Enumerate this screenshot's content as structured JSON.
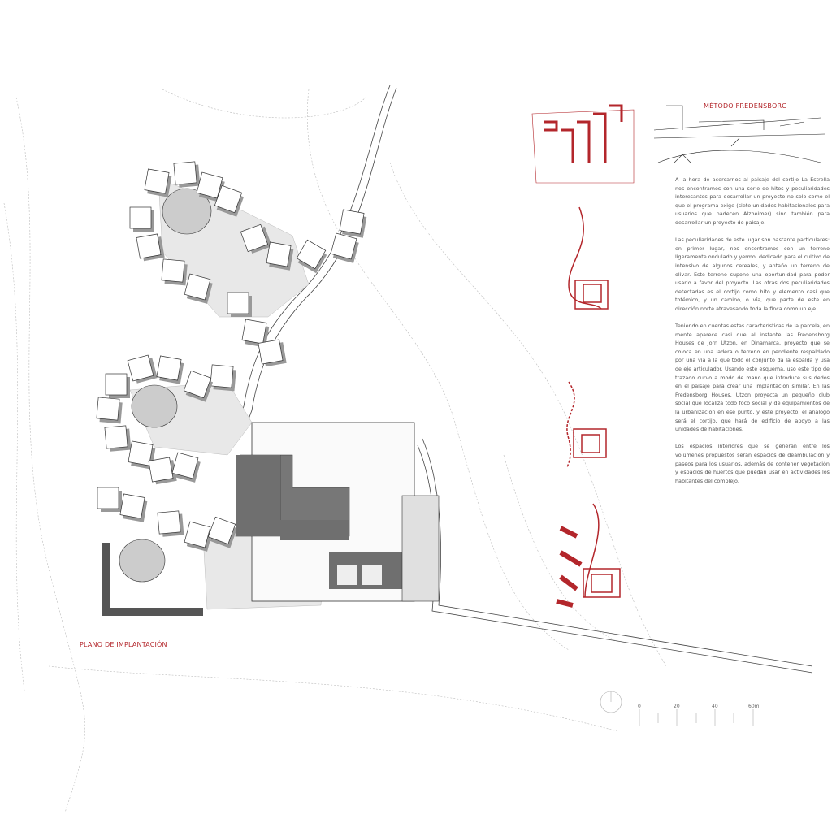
{
  "titles": {
    "method": "MÉTODO FREDENSBORG",
    "plan": "PLANO DE IMPLANTACIÓN"
  },
  "text_paragraphs": [
    "A la hora de acercarnos al paisaje del cortijo La Estrella nos encontramos con una serie de hitos y peculiaridades interesantes para desarrollar un proyecto no solo como el que el programa exige (siete unidades habitacionales para usuarios que padecen Alzheimer) sino también para desarrollar un proyecto de paisaje.",
    "Las peculiaridades de este lugar son bastante particulares: en primer lugar, nos encontramos con un terreno ligeramente ondulado y yermo, dedicado para el cultivo de intensivo de algunos cereales, y antaño un terreno de olivar. Este terreno supone una oportunidad para poder usarlo a favor del proyecto. Las otras dos peculiaridades detectadas es el cortijo como hito y elemento casi que totémico, y un camino, o vía, que parte de este en dirección norte atravesando toda la finca como un eje.",
    "Teniendo en cuentas estas características de la parcela, en mente aparece casi que al instante las Fredensborg Houses de Jorn Utzon, en Dinamarca, proyecto que se coloca en una ladera o terreno en pendiente respaldado por una vía a la que todo el conjunto da la espalda y usa de eje articulador. Usando este esquema, uso este tipo de trazado curvo a modo de mano que introduce sus dedos en el paisaje para crear una implantación similar. En las Fredensborg Houses, Utzon proyecta un pequeño club social que localiza todo foco social y de equipamientos de la urbanización en ese punto, y este proyecto, el análogo será el cortijo, que hará de edificio de apoyo a las unidades de habitaciones.",
    "Los espacios interiores que se generan entre los volúmenes propuestos serán espacios de deambulación y paseos para los usuarios, además de contener vegetación y espacios de huertos que puedan usar en actividades los habitantes del complejo."
  ],
  "scale_bar": {
    "labels": [
      "0",
      "20",
      "40",
      "60m"
    ]
  },
  "colors": {
    "accent": "#b3262b",
    "text": "#555555",
    "line": "#999999"
  }
}
